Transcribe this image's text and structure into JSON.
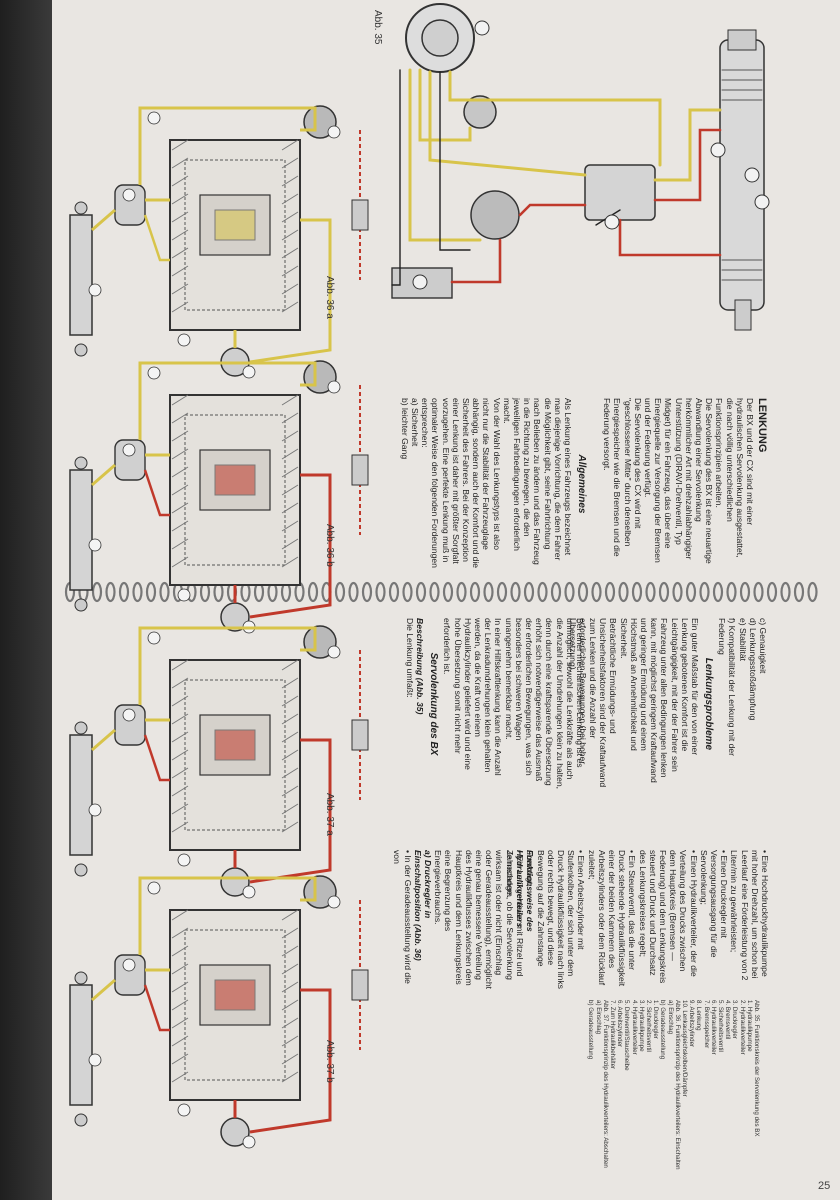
{
  "page_number": "25",
  "colors": {
    "paper": "#e9e6e2",
    "yellow": "#d8c44a",
    "red": "#c0392b",
    "ink": "#222222"
  },
  "captions": {
    "abb35": "Abb. 35",
    "abb36a": "Abb. 36 a",
    "abb36b": "Abb. 36 b",
    "abb37a": "Abb. 37 a",
    "abb37b": "Abb. 37 b"
  },
  "columns": {
    "c1": {
      "title": "LENKUNG",
      "p1": "Der BX und der CX sind mit einer hydraulischen Servolenkung ausgestattet, die nach völlig unterschiedlichen Funktionsprinzipien arbeiten.",
      "p2": "Die Servolenkung des BX ist eine neuartige Abwandlung einer Servolenkung herkömmlicher Art mit drehzahlabhängiger Unterstützung (DIRAVI-Drehventil, Typ Midget) für ein Fahrzeug, das über eine Energiequelle zur Versorgung der Bremsen und der Federung verfügt.",
      "p3": "Die Servolenkung des CX wird mit \"geschlossener Mitte\" durch denselben Energiespeicher wie die Bremsen und die Federung versorgt."
    },
    "c2": {
      "heading": "Allgemeines",
      "p1": "Als Lenkung eines Fahrzeugs bezeichnet man diejenige Vorrichtung, die dem Fahrer die Möglichkeit gibt, seine Fahrtrichtung nach Belieben zu ändern und das Fahrzeug in die Richtung zu bewegen, die den jeweiligen Fahrbedingungen erforderlich macht.",
      "p2": "Von der Wahl des Lenkungstyps ist also nicht nur die Stabilität der Fahrzeuglage abhängig, sondern auch der Komfort und die Sicherheit des Fahrers. Bei der Konzeption einer Lenkung ist daher mit größter Sorgfalt vorzugehen. Eine perfekte Lenkung muß in optimaler Weise den folgenden Forderungen entsprechen:",
      "l1": "a) Sicherheit",
      "l2": "b) leichter Gang"
    },
    "c3": {
      "l1": "c) Genauigkeit",
      "l2": "d) Lenkungsstoßdämpfung",
      "l3": "e) Stabilität",
      "l4": "f) Kompatibilität der Lenkung mit der Federung",
      "heading": "Lenkungsprobleme",
      "p1": "Ein guter Maßstab für den von einer Lenkung gebotenen Komfort ist die Leichtgängigkeit, mit der der Fahrer sein Fahrzeug unter allen Bedingungen lenken kann, mit möglichst geringem Kraftaufwand und geringer Ermüdung und einem Höchstmaß an Annehmlichkeit und Sicherheit.",
      "p2": "Beträchtliche Ermüdungs- und Unsicherheitsfaktoren sind der Kraftaufwand zum Lenken und die Anzahl der erforderlichen Bewegungen (bei hoher Übersetzung).",
      "p3": "Bei einer mechanischen Lenkung ist es unmöglich, sowohl die Lenkkräfte als auch die Anzahl der Umdrehungen klein zu halten, denn durch eine kraftsparende Übersetzung erhöht sich notwendigerweise das Ausmaß der erforderlichen Bewegungen, was sich besonders bei schweren Wagen unangenehm bemerkbar macht.",
      "p4": "In einer Hilfskraftlenkung kann die Anzahl der Lenkradumdrehungen klein gehalten werden, da die Kraft von einem Hydraulikzylinder geliefert wird und eine hohe Übersetzung somit nicht mehr erforderlich ist.",
      "heading2": "Servolenkung des BX",
      "sub": "Beschreibung (Abb. 35)",
      "p5": "Die Lenkung umfaßt:"
    },
    "c4": {
      "b1": "• Eine Hochdruckhydraulikpumpe mit hoher Drehzahl, um schon bei Leerlauf eine Förderleistung von 2 Liter/min zu gewährleisten;",
      "b2": "• Einen Druckregler mit Versorgungsausgang für die Servolenkung;",
      "b3": "• Einen Hydraulikverteiler, der die Verteilung des Drucks zwischen dem Hauptkreis (Bremsen — Federung) und dem Lenkungskreis steuert und Druck und Durchsatz des Lenkungskreises regelt;",
      "b4": "• Ein Steuerventil, das die unter Druck stehende Hydraulikflüssigkeit einer der beiden Kammern des Arbeitszylinders oder dem Rücklauf zuleitet;",
      "b5": "• Einen Arbeitszylinder mit Stufenkolben, der sich unter dem Druck Hydraulikflüssigkeit nach links oder rechts bewegt, und diese Bewegung auf die Zahnstange überträgt;",
      "b6": "• Ein Lenkgehäuse mit Ritzel und Zahnstange.",
      "heading": "Funktionsweise des Hydraulikverteilers",
      "p1": "Je nachdem, ob die Servolenkung wirksam ist oder nicht (Einschlag oder Geradeausstellung), ermöglicht eine genau bemessene Verteilung des Hydraulikflusses zwischen dem Hauptkreis und dem Lenkungskreis eine Begrenzung des Energieverbrauchs.",
      "sub": "a) Druckregler in Einschaltposition (Abb. 36)",
      "b7": "• In der Geradeausstellung wird die von"
    },
    "legend": {
      "t35": "Abb. 35. Funktionskreis der Servolenkung des BX",
      "i1": "1. Hydraulikpumpe",
      "i2": "2. Hydraulikverteiler",
      "i3": "3. Druckregler",
      "i4": "4. Bremsventil",
      "i5": "5. Sicherheitsventil",
      "i6": "6. Hydraulikverteiler",
      "i7": "7. Bremsspeicher",
      "i8": "8. Lenkung",
      "i9": "9. Arbeitszylinder",
      "i10": "10. Lenkausgleichskolben/Dämpfer",
      "t36": "Abb. 36. Funktionsprinzip des Hydraulikverteilers: Einschalten",
      "j1": "a) Einschlag",
      "j2": "b) Geradeausstellung",
      "k1": "1. Druckregler",
      "k2": "2. Sicherheitsventil",
      "k3": "3. Hydraulikpumpe",
      "k4": "4. Hydraulikverteiler",
      "k5": "5. Drehventil/Stauscheibe",
      "k6": "6. Arbeitszylinder",
      "k7": "7. Zum Hydraulikbehälter",
      "t37": "Abb. 37. Funktionsprinzip des Hydraulikverteilers: Abschalten",
      "m1": "a) Einschlag",
      "m2": "b) Geradeausstellung"
    }
  }
}
